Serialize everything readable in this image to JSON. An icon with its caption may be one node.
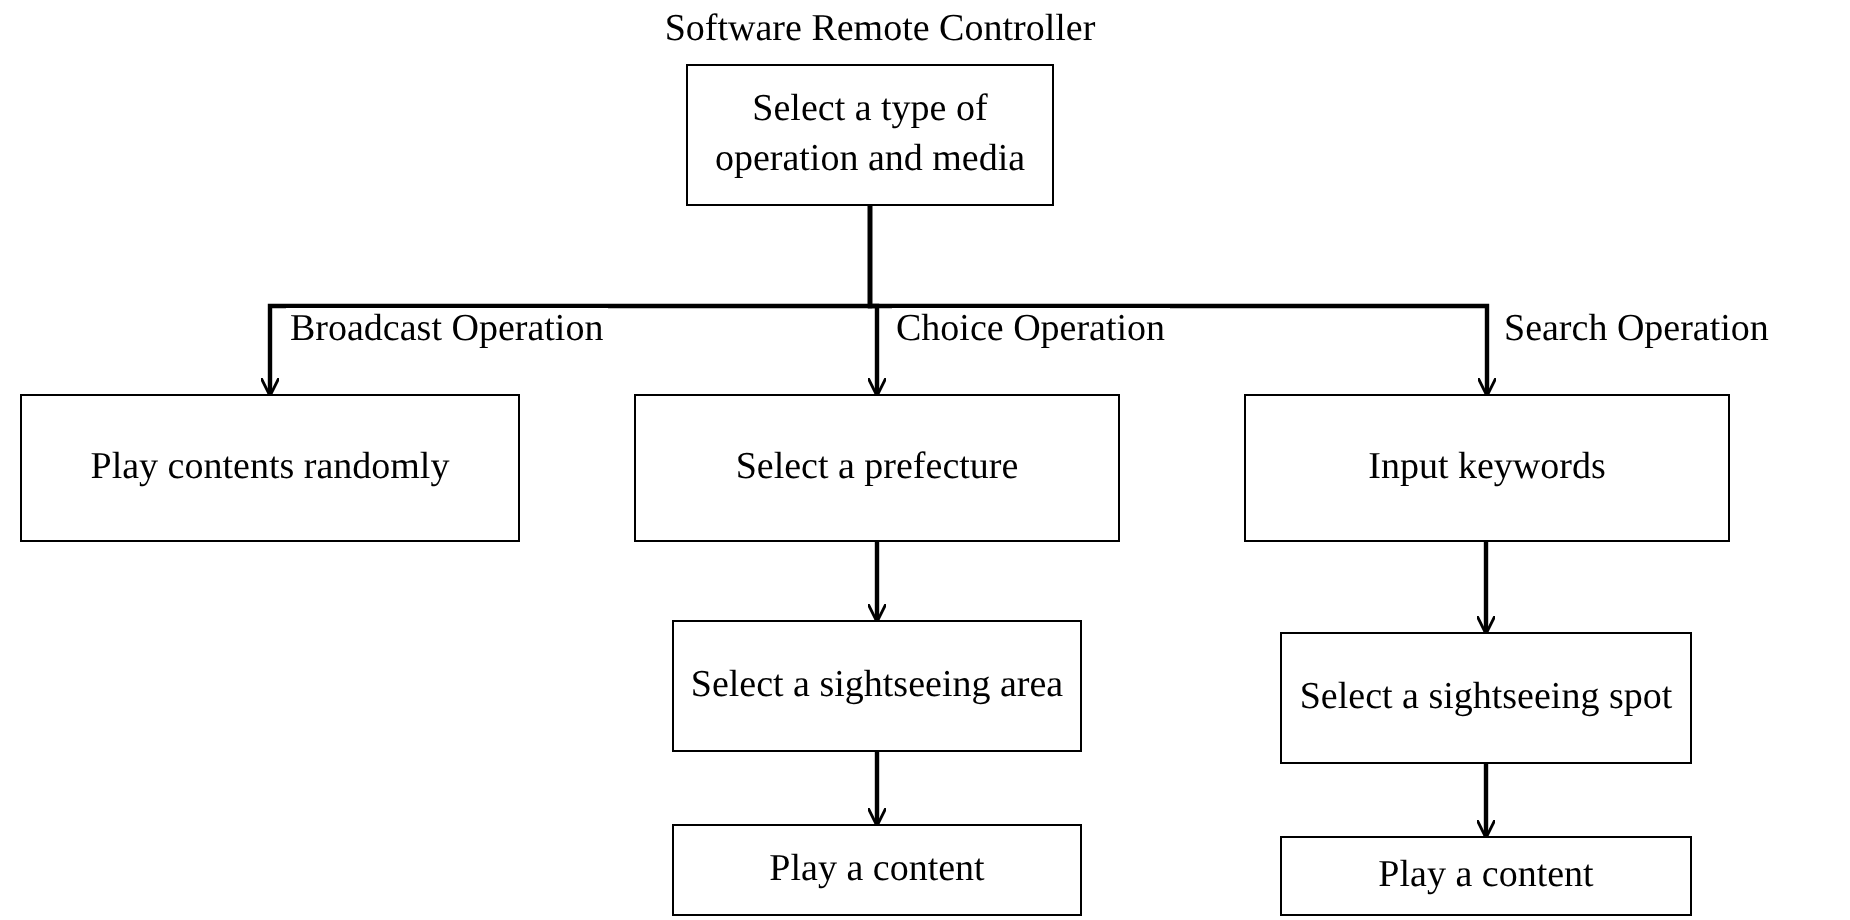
{
  "diagram": {
    "title": "Software Remote Controller",
    "nodes": [
      {
        "text": [
          "Select a type of operation and media"
        ]
      },
      {
        "text": [
          "Play contents randomly"
        ]
      },
      {
        "text": [
          "Select a prefecture"
        ]
      },
      {
        "text": [
          "Input keywords"
        ]
      },
      {
        "text": [
          "Select a sightseeing area"
        ]
      },
      {
        "text": [
          "Play a content"
        ]
      },
      {
        "text": [
          "Select a sightseeing spot"
        ]
      },
      {
        "text": [
          "Play a content"
        ]
      }
    ],
    "edges": [
      {
        "from": 0,
        "to": 1,
        "arrow": "to",
        "label": "Broadcast Operation"
      },
      {
        "from": 0,
        "to": 2,
        "arrow": "to",
        "label": "Choice Operation"
      },
      {
        "from": 0,
        "to": 3,
        "arrow": "to",
        "label": "Search Operation"
      },
      {
        "from": 2,
        "to": 4,
        "arrow": "to"
      },
      {
        "from": 4,
        "to": 5,
        "arrow": "to"
      },
      {
        "from": 3,
        "to": 6,
        "arrow": "to"
      },
      {
        "from": 6,
        "to": 7,
        "arrow": "to"
      }
    ]
  }
}
